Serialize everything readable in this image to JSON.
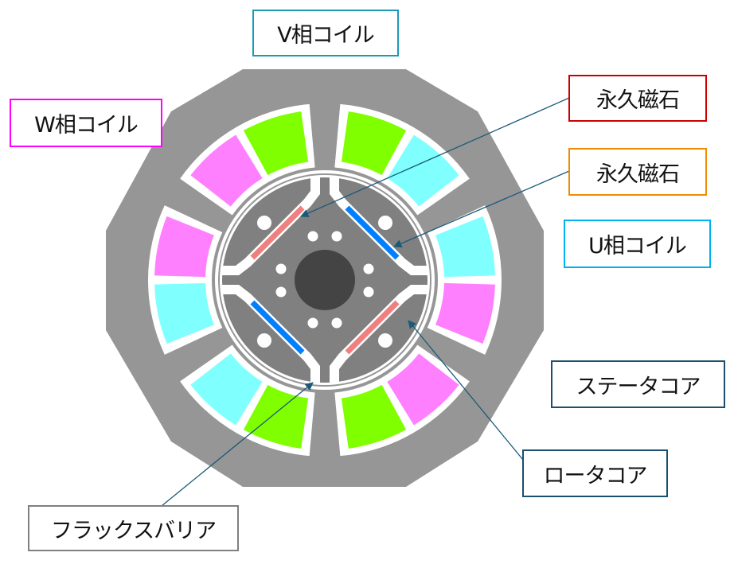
{
  "labels": {
    "v_coil": "V相コイル",
    "w_coil": "W相コイル",
    "magnet_red": "永久磁石",
    "magnet_orange": "永久磁石",
    "u_coil": "U相コイル",
    "stator_core": "ステータコア",
    "rotor_core": "ロータコア",
    "flux_barrier": "フラックスバリア"
  },
  "colors": {
    "stator": "#969696",
    "rotor": "#808080",
    "shaft": "#444444",
    "u_phase": "#80ffff",
    "v_phase": "#80ff00",
    "w_phase": "#ff80ff",
    "magnet_n": "#f08080",
    "magnet_s": "#0080ff",
    "leader": "#1a5a78",
    "v_border": "#1a9ab8",
    "w_border": "#ff00ff",
    "magnet_red_border": "#cc0000",
    "magnet_orange_border": "#f08c00",
    "u_border": "#00b0f0",
    "core_border": "#1a4f6e",
    "barrier_border": "#808080"
  },
  "slots": [
    {
      "angle": 0,
      "coils": [
        "w_phase",
        "u_phase"
      ]
    },
    {
      "angle": 60,
      "coils": [
        "u_phase",
        "v_phase"
      ]
    },
    {
      "angle": 120,
      "coils": [
        "v_phase",
        "w_phase"
      ]
    },
    {
      "angle": 180,
      "coils": [
        "w_phase",
        "u_phase"
      ]
    },
    {
      "angle": 240,
      "coils": [
        "u_phase",
        "v_phase"
      ]
    },
    {
      "angle": 300,
      "coils": [
        "v_phase",
        "w_phase"
      ]
    }
  ]
}
